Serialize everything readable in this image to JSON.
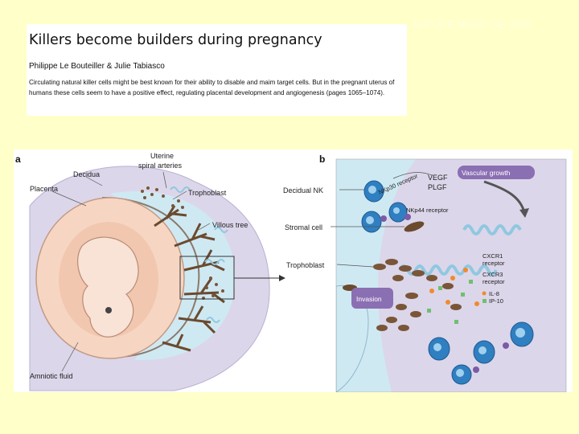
{
  "paper": {
    "title": "Killers become builders during pregnancy",
    "authors": "Philippe Le Bouteiller & Julie Tabiasco",
    "abstract": "Circulating natural killer cells might be best known for their ability to disable and maim target cells. But in the pregnant uterus of humans these cells seem to have a positive effect, regulating placental development and angiogenesis (pages 1065–1074).",
    "journal": "NATURE MEDICINE 2006"
  },
  "figure": {
    "panel_a": {
      "letter": "a",
      "labels": {
        "uterine": "Uterine",
        "spiral": "spiral arteries",
        "decidua": "Decidua",
        "placenta": "Placenta",
        "trophoblast": "Trophoblast",
        "villous": "Villous tree",
        "amniotic": "Amniotic fluid"
      }
    },
    "panel_b": {
      "letter": "b",
      "labels": {
        "decidual_nk": "Decidual NK",
        "stromal_cell": "Stromal cell",
        "trophoblast": "Trophoblast",
        "vegf": "VEGF",
        "plgf": "PLGF",
        "vascular_growth": "Vascular growth",
        "nkp30": "NKp30 receptor",
        "nkp44": "NKp44 receptor",
        "cxcr1": "CXCR1",
        "cxcr1_sub": "receptor",
        "cxcr3": "CXCR3",
        "cxcr3_sub": "receptor",
        "il8": "IL-8",
        "ip10": "IP-10",
        "invasion": "Invasion"
      }
    },
    "colors": {
      "slide_bg": "#ffffc9",
      "decidua": "#dcd6ea",
      "placenta_space": "#cfe9f3",
      "fetus": "#f6d6c2",
      "nk_cell": "#2f7fc1",
      "stromal": "#6b4a2e"
    }
  }
}
